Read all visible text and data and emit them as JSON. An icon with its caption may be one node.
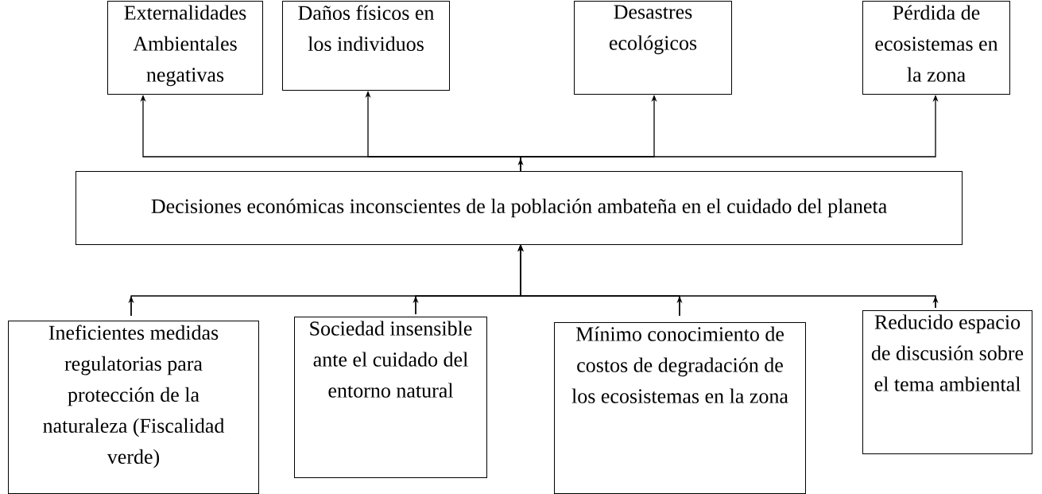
{
  "diagram": {
    "nodes": [
      {
        "text": [
          "Externalidades Ambientales negativas"
        ]
      },
      {
        "text": [
          "Daños físicos en los individuos"
        ]
      },
      {
        "text": [
          "Desastres ecológicos"
        ]
      },
      {
        "text": [
          "Pérdida de ecosistemas en la zona"
        ]
      },
      {
        "text": [
          "Decisiones económicas inconscientes de la población ambateña en el cuidado del planeta"
        ]
      },
      {
        "text": [
          "Ineficientes medidas regulatorias para protección de la naturaleza (Fiscalidad verde)"
        ]
      },
      {
        "text": [
          "Sociedad insensible ante el cuidado del entorno natural"
        ]
      },
      {
        "text": [
          "Mínimo conocimiento de costos de degradación de los ecosistemas en la zona"
        ]
      },
      {
        "text": [
          "Reducido espacio de discusión sobre el tema ambiental"
        ]
      }
    ],
    "edges": [
      {
        "from": 4,
        "to": 0,
        "arrow": "to"
      },
      {
        "from": 4,
        "to": 1,
        "arrow": "to"
      },
      {
        "from": 4,
        "to": 2,
        "arrow": "to"
      },
      {
        "from": 4,
        "to": 3,
        "arrow": "to"
      },
      {
        "from": 5,
        "to": 4,
        "arrow": "to"
      },
      {
        "from": 6,
        "to": 4,
        "arrow": "to"
      },
      {
        "from": 7,
        "to": 4,
        "arrow": "to"
      },
      {
        "from": 8,
        "to": 4,
        "arrow": "to"
      }
    ]
  }
}
